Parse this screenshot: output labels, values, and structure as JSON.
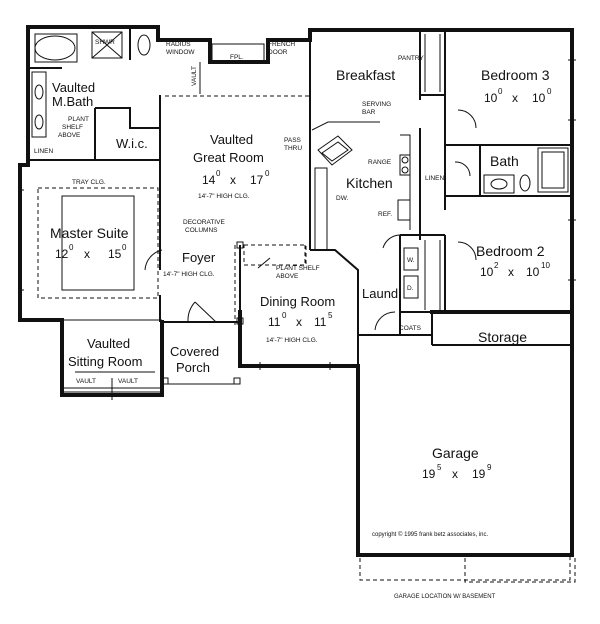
{
  "plan": {
    "rooms": {
      "vaulted_mbath": {
        "line1": "Vaulted",
        "line2": "M.Bath"
      },
      "shwr": "SHWR",
      "wic": "W.i.c.",
      "linen_master": "LINEN",
      "plant_shelf_above_1": {
        "line1": "PLANT",
        "line2": "SHELF",
        "line3": "ABOVE"
      },
      "tray_clg": "TRAY CLG.",
      "master_suite": {
        "name": "Master Suite",
        "w": "12",
        "w_in": "0",
        "x": "x",
        "l": "15",
        "l_in": "0"
      },
      "radius_window": {
        "line1": "RADIUS",
        "line2": "WINDOW"
      },
      "fpl": "FPL.",
      "french_door": {
        "line1": "FRENCH",
        "line2": "DOOR"
      },
      "vault_label": "VAULT",
      "great_room": {
        "line1": "Vaulted",
        "line2": "Great Room",
        "w": "14",
        "w_in": "0",
        "x": "x",
        "l": "17",
        "l_in": "0",
        "clg": "14'-7\" HIGH CLG."
      },
      "pass_thru": {
        "line1": "PASS",
        "line2": "THRU"
      },
      "decorative_columns": {
        "line1": "DECORATIVE",
        "line2": "COLUMNS"
      },
      "foyer": {
        "name": "Foyer",
        "clg": "14'-7\" HIGH CLG."
      },
      "plant_shelf_above_2": {
        "line1": "PLANT SHELF",
        "line2": "ABOVE"
      },
      "dining_room": {
        "name": "Dining Room",
        "w": "11",
        "w_in": "0",
        "x": "x",
        "l": "11",
        "l_in": "5",
        "clg": "14'-7\" HIGH CLG."
      },
      "vaulted_sitting_room": {
        "line1": "Vaulted",
        "line2": "Sitting Room"
      },
      "vault_left": "VAULT",
      "vault_right": "VAULT",
      "covered_porch": {
        "line1": "Covered",
        "line2": "Porch"
      },
      "pantry": "PANTRY",
      "breakfast": "Breakfast",
      "serving_bar": {
        "line1": "SERVING",
        "line2": "BAR"
      },
      "kitchen": "Kitchen",
      "range": "RANGE",
      "dw": "DW.",
      "ref": "REF.",
      "bedroom3": {
        "name": "Bedroom 3",
        "w": "10",
        "w_in": "0",
        "x": "x",
        "l": "10",
        "l_in": "0"
      },
      "bath": "Bath",
      "linen_hall": "LINEN",
      "bedroom2": {
        "name": "Bedroom 2",
        "w": "10",
        "w_in": "2",
        "x": "x",
        "l": "10",
        "l_in": "10"
      },
      "laund": "Laund.",
      "washer": "W.",
      "dryer": "D.",
      "coats": "COATS",
      "storage": "Storage",
      "garage": {
        "name": "Garage",
        "w": "19",
        "w_in": "5",
        "x": "x",
        "l": "19",
        "l_in": "9"
      }
    },
    "copyright": "copyright © 1995 frank betz associates, inc.",
    "garage_location_note": "GARAGE LOCATION W/ BASEMENT"
  }
}
